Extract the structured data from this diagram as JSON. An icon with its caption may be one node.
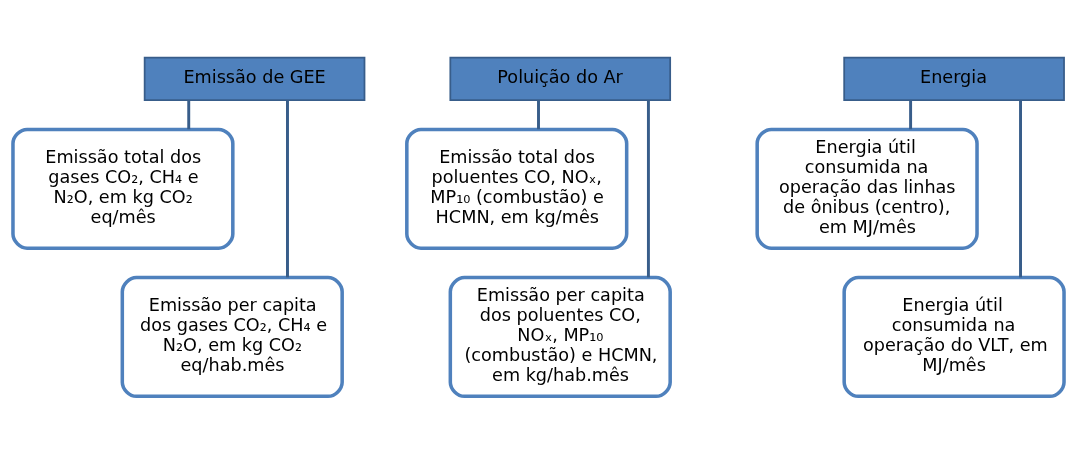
{
  "diagram": {
    "nodes": [
      {
        "text": [
          "Emissão de GEE"
        ]
      },
      {
        "text": [
          "Emissão total dos gases CO₂, CH₄ e N₂O, em kg CO₂ eq/mês"
        ]
      },
      {
        "text": [
          "Emissão per capita dos gases CO₂, CH₄ e N₂O, em kg CO₂ eq/hab.mês"
        ]
      },
      {
        "text": [
          "Poluição do Ar"
        ]
      },
      {
        "text": [
          "Emissão total dos poluentes CO, NOₓ, MP₁₀ (combustão) e HCMN, em kg/mês"
        ]
      },
      {
        "text": [
          "Emissão per capita dos poluentes CO, NOₓ, MP₁₀ (combustão) e HCMN, em kg/hab.mês"
        ]
      },
      {
        "text": [
          "Energia"
        ]
      },
      {
        "text": [
          "Energia útil consumida na operação das linhas de ônibus (centro), em MJ/mês"
        ]
      },
      {
        "text": [
          "Energia útil consumida na operação do VLT, em MJ/mês"
        ]
      }
    ],
    "edges": [
      {
        "from": 0,
        "to": 1,
        "arrow": "none"
      },
      {
        "from": 0,
        "to": 2,
        "arrow": "none"
      },
      {
        "from": 3,
        "to": 4,
        "arrow": "none"
      },
      {
        "from": 3,
        "to": 5,
        "arrow": "none"
      },
      {
        "from": 6,
        "to": 7,
        "arrow": "none"
      },
      {
        "from": 6,
        "to": 8,
        "arrow": "none"
      }
    ]
  }
}
